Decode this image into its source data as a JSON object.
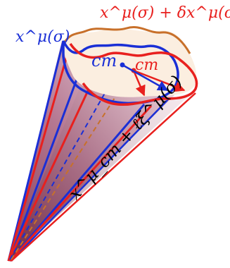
{
  "labels": {
    "original_curve": "x^μ(σ)",
    "perturbed_curve": "x^μ(σ) + δx^μ(σ)",
    "cm_blue": "cm",
    "cm_red": "cm",
    "ray": "x^μ_cm + ℓξ^μ(σ)"
  },
  "colors": {
    "blue": "#1a2fd6",
    "red": "#e8201e",
    "orange": "#c8702a",
    "cone_dark": "#7a2445",
    "cone_light": "#f2dde3",
    "cap_fill": "#fbeee0"
  }
}
